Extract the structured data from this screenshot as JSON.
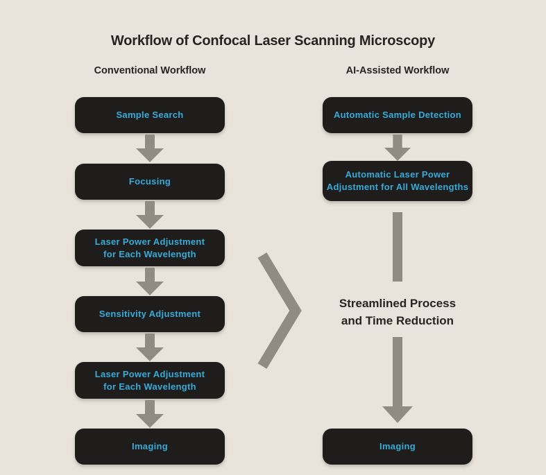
{
  "title": "Workflow of Confocal Laser Scanning Microscopy",
  "left_column": {
    "header": "Conventional Workflow",
    "steps": [
      "Sample Search",
      "Focusing",
      "Laser Power Adjustment\nfor Each Wavelength",
      "Sensitivity Adjustment",
      "Laser Power Adjustment\nfor Each Wavelength",
      "Imaging"
    ]
  },
  "right_column": {
    "header": "AI-Assisted Workflow",
    "steps": [
      "Automatic Sample Detection",
      "Automatic Laser Power\nAdjustment for All Wavelengths",
      "Imaging"
    ],
    "annotation": "Streamlined Process\nand Time Reduction"
  },
  "colors": {
    "background": "#e8e4dc",
    "node_fill": "#1f1d1b",
    "node_text": "#38abd9",
    "arrow": "#908c84",
    "heading_text": "#272420"
  }
}
